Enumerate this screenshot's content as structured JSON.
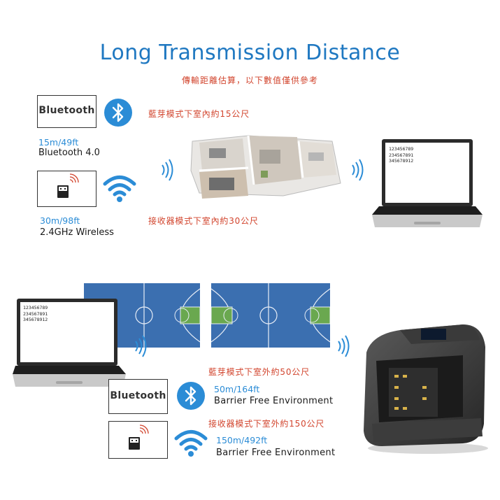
{
  "header": {
    "title": "Long Transmission Distance",
    "subtitle": "傳輸距離估算，以下數值僅供參考"
  },
  "top": {
    "bt_box_label": "Bluetooth",
    "bt_indoor_note": "藍芽模式下室內約15公尺",
    "bt_distance": "15m/49ft",
    "bt_version": "Bluetooth 4.0",
    "rx_distance": "30m/98ft",
    "rx_label": "2.4GHz Wireless",
    "rx_indoor_note": "接收器模式下室內約30公尺",
    "laptop_lines": [
      "123456789",
      "234567891",
      "345678912"
    ]
  },
  "bottom": {
    "laptop_lines": [
      "123456789",
      "234567891",
      "345678912"
    ],
    "bt_outdoor_note": "藍芽模式下室外約50公尺",
    "bt_box_label": "Bluetooth",
    "bt_distance": "50m/164ft",
    "bt_env": "Barrier Free Environment",
    "rx_outdoor_note": "接收器模式下室外約150公尺",
    "rx_distance": "150m/492ft",
    "rx_env": "Barrier Free Environment"
  },
  "colors": {
    "accent_blue": "#1f78c1",
    "note_red": "#d2452e",
    "court_blue": "#3b6fb0",
    "court_green": "#6aa84f"
  },
  "icons": [
    "bluetooth-icon",
    "wifi-icon",
    "usb-dongle-icon",
    "signal-waves-icon",
    "laptop-icon",
    "floorplan-illustration",
    "scanner-device"
  ]
}
